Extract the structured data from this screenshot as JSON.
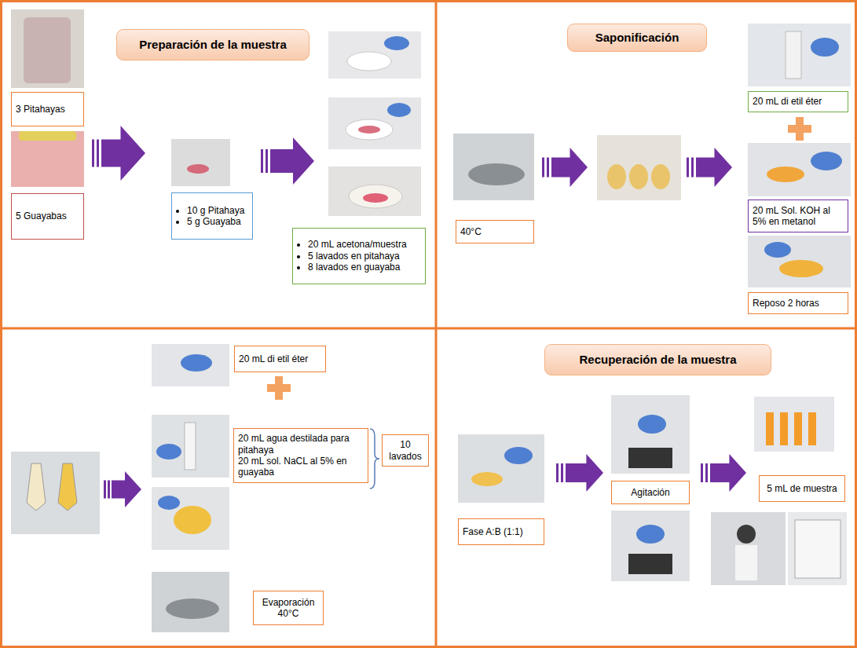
{
  "diagram": {
    "nodes": [
      {
        "text": [
          "Preparación de la muestra"
        ]
      },
      {
        "text": [
          "3 Pitahayas"
        ]
      },
      {
        "text": [
          "5 Guayabas"
        ]
      },
      {
        "text": [
          "10 g Pitahaya",
          "5 g Guayaba"
        ]
      },
      {
        "text": [
          "20 mL acetona/muestra",
          "5 lavados en pitahaya",
          "8 lavados en guayaba"
        ]
      },
      {
        "text": [
          "Saponificación"
        ]
      },
      {
        "text": [
          "40°C"
        ]
      },
      {
        "text": [
          "20 mL di etil éter"
        ]
      },
      {
        "text": [
          "20 mL Sol. KOH al 5% en metanol"
        ]
      },
      {
        "text": [
          "Reposo 2 horas"
        ]
      },
      {
        "text": [
          "20 mL di etil éter"
        ]
      },
      {
        "text": [
          "20 mL agua destilada para pitahaya",
          "20 mL sol. NaCL al 5% en guayaba"
        ]
      },
      {
        "text": [
          "10 lavados"
        ]
      },
      {
        "text": [
          "Evaporación 40°C"
        ]
      },
      {
        "text": [
          "Recuperación de la muestra"
        ]
      },
      {
        "text": [
          "Fase A:B (1:1)"
        ]
      },
      {
        "text": [
          "Agitación"
        ]
      },
      {
        "text": [
          "5 mL de muestra"
        ]
      }
    ]
  }
}
